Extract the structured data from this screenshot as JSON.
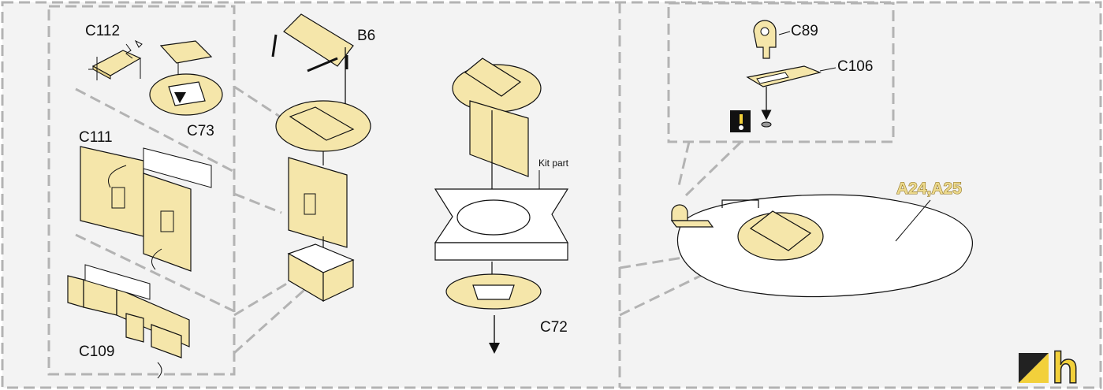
{
  "part_labels": {
    "c112": "C112",
    "c73": "C73",
    "c111": "C111",
    "c109": "C109",
    "b6": "B6",
    "kit_part": "Kit part",
    "c72": "C72",
    "c89": "C89",
    "c106": "C106",
    "a24_a25": "A24,A25"
  },
  "logo_text": "h",
  "colors": {
    "brass_part": "#f5e6aa",
    "panel_fill": "#f3f3f3",
    "dashed_border": "#b3b3b3",
    "gold_label": "#ecd98c",
    "logo_yellow": "#f2d03b",
    "logo_dark": "#222222"
  },
  "icons": [
    "bending-arrow-icon",
    "drill-hole-icon",
    "logo-icon"
  ]
}
